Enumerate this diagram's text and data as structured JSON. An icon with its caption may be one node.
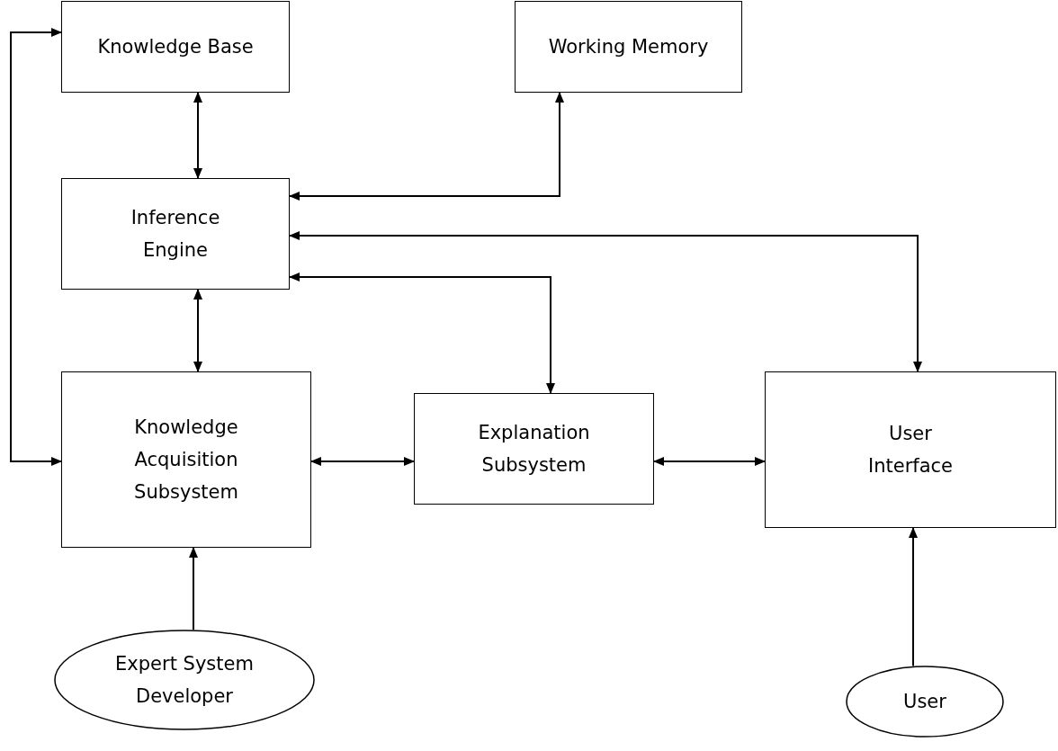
{
  "diagram": {
    "nodes": [
      {
        "text": [
          "Knowledge Base"
        ]
      },
      {
        "text": [
          "Working Memory"
        ]
      },
      {
        "text": [
          "Inference Engine"
        ]
      },
      {
        "text": [
          "Knowledge Acquisition Subsystem"
        ]
      },
      {
        "text": [
          "Explanation Subsystem"
        ]
      },
      {
        "text": [
          "User Interface"
        ]
      },
      {
        "text": [
          "Expert System Developer"
        ]
      },
      {
        "text": [
          "User"
        ]
      }
    ],
    "edges": [
      {
        "from": 0,
        "to": 2,
        "arrow": "both"
      },
      {
        "from": 2,
        "to": 1,
        "arrow": "both"
      },
      {
        "from": 2,
        "to": 5,
        "arrow": "both"
      },
      {
        "from": 2,
        "to": 4,
        "arrow": "both"
      },
      {
        "from": 2,
        "to": 3,
        "arrow": "both"
      },
      {
        "from": 0,
        "to": 3,
        "arrow": "both"
      },
      {
        "from": 3,
        "to": 4,
        "arrow": "both"
      },
      {
        "from": 4,
        "to": 5,
        "arrow": "both"
      },
      {
        "from": 6,
        "to": 3,
        "arrow": "to"
      },
      {
        "from": 7,
        "to": 5,
        "arrow": "to"
      }
    ]
  }
}
